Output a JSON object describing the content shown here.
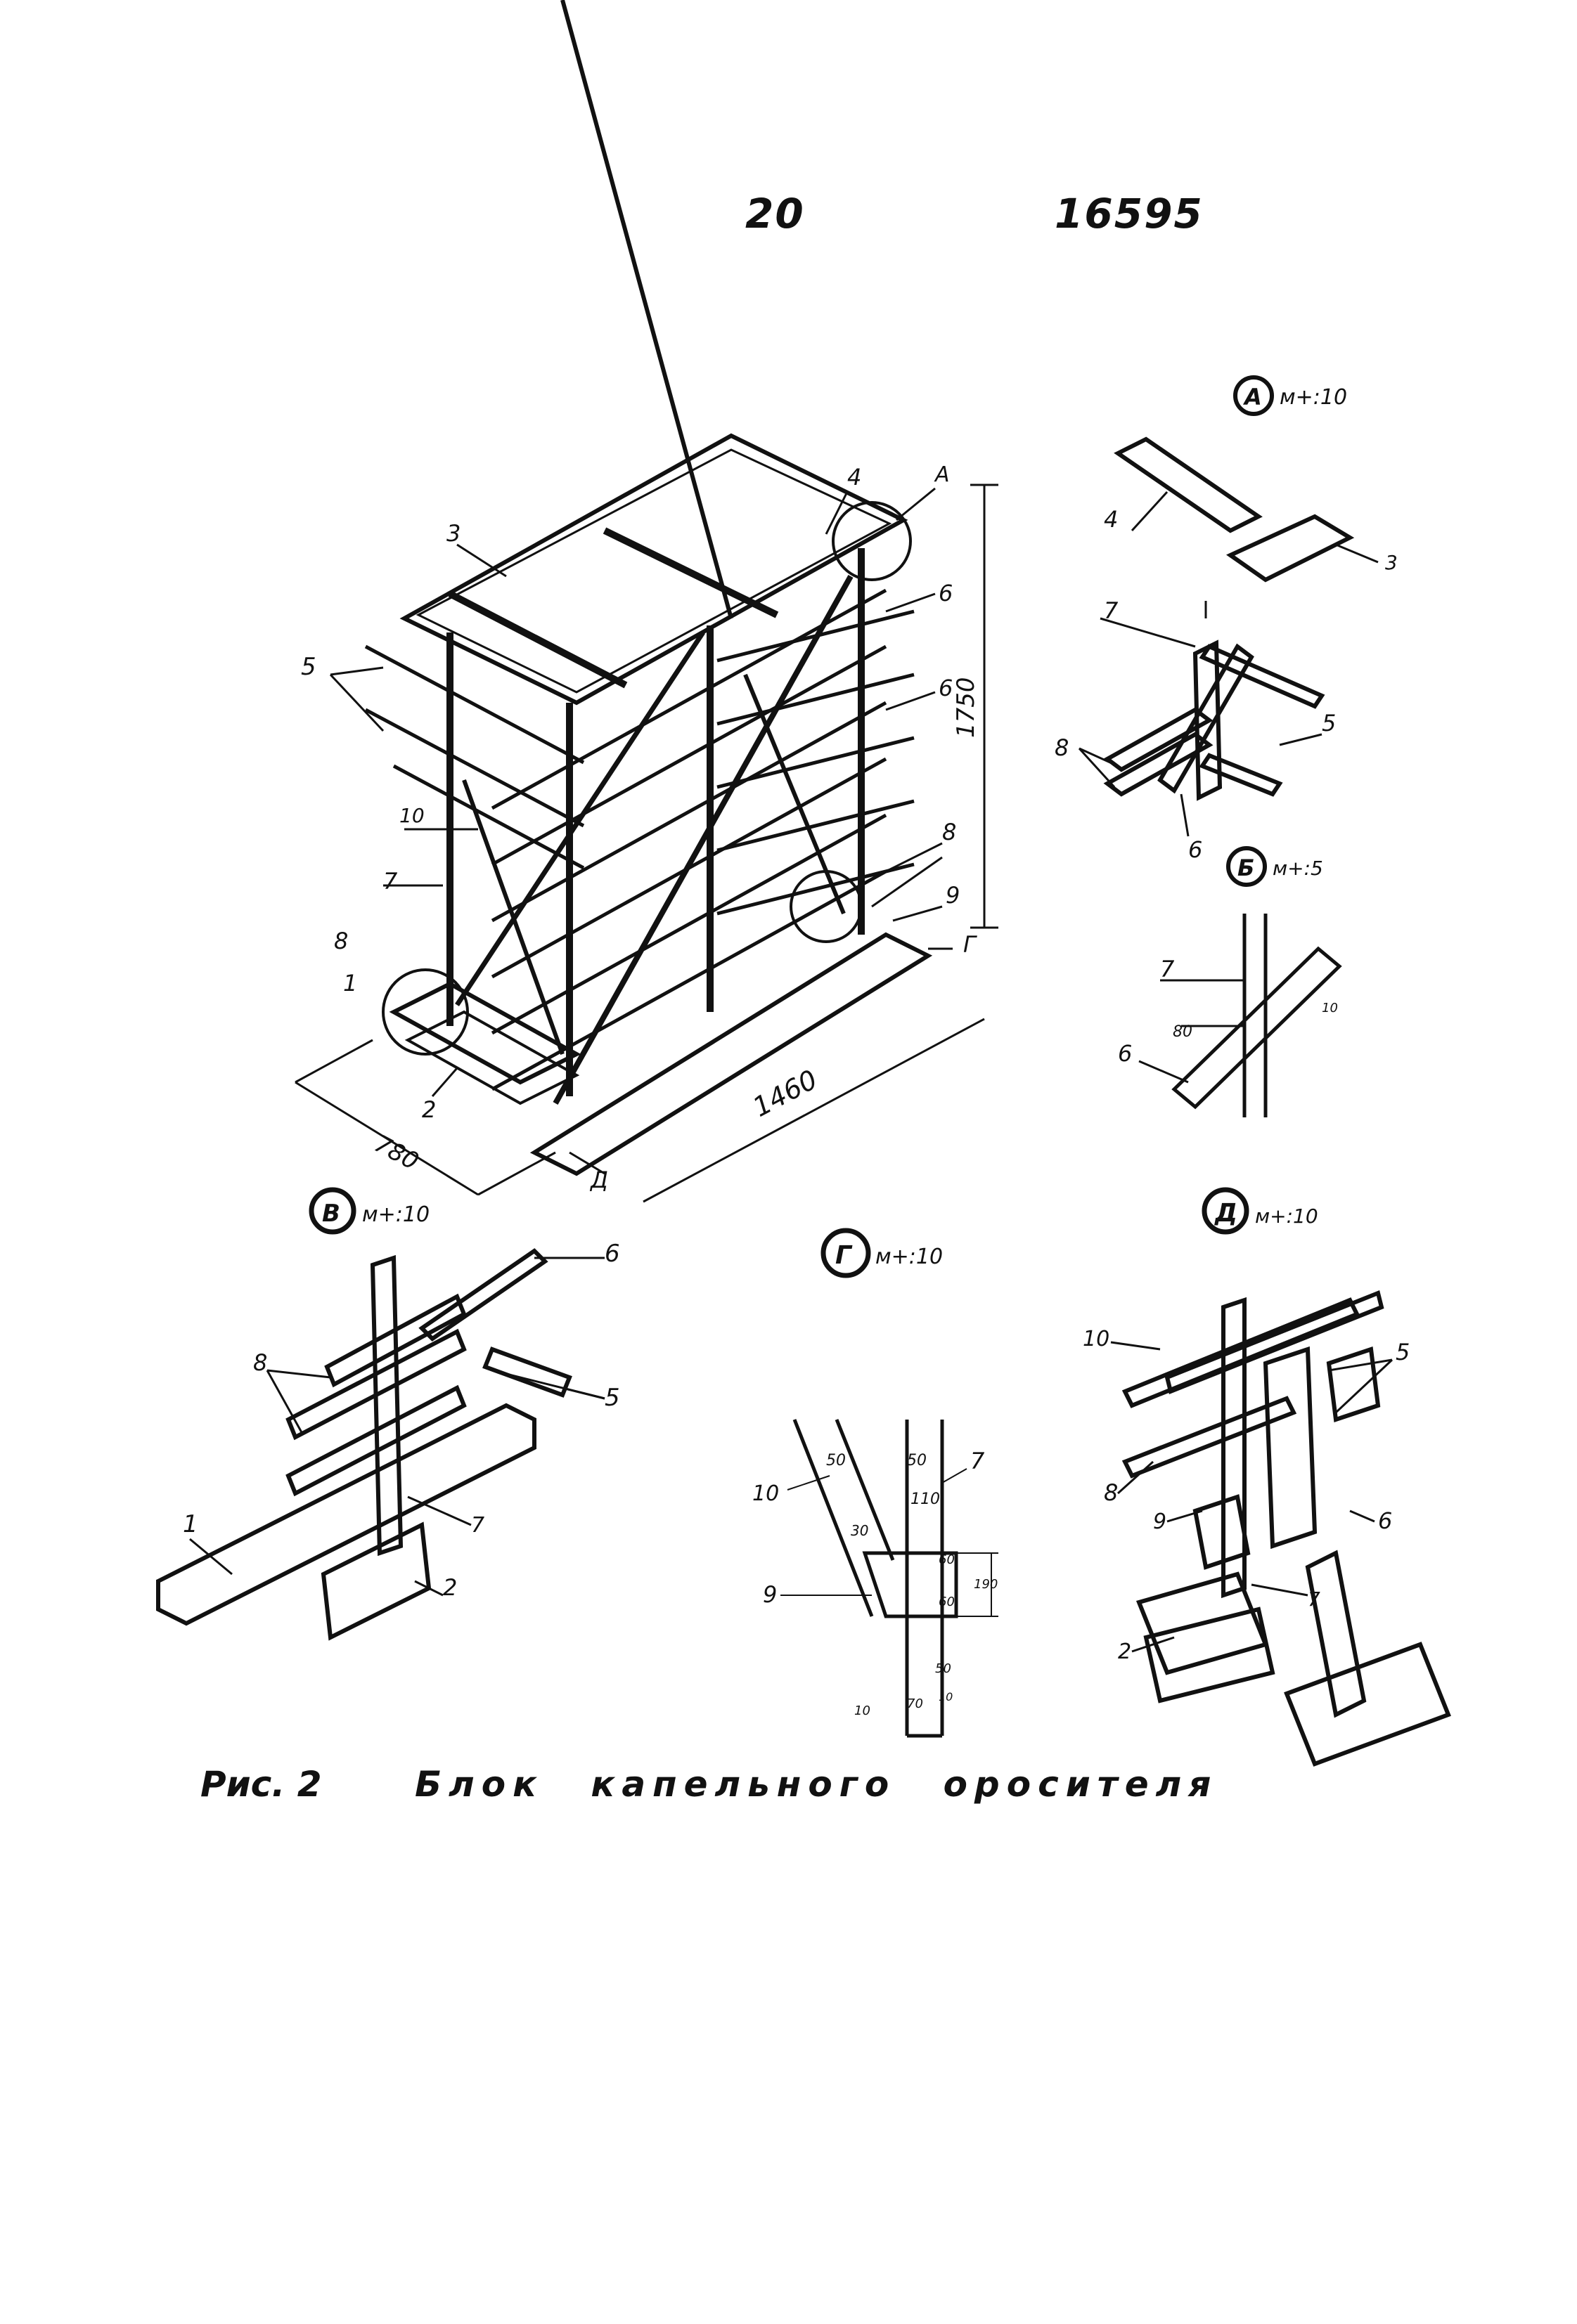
{
  "header": {
    "page_number": "20",
    "doc_code": "16595"
  },
  "caption": {
    "figure": "Рис. 2",
    "title": "Блок капельного оросителя"
  },
  "main_view": {
    "dim_height": "1750",
    "dim_length": "1460",
    "dim_width": "780",
    "callouts": [
      "1",
      "2",
      "3",
      "4",
      "5",
      "6",
      "6",
      "7",
      "8",
      "8",
      "9",
      "10",
      "А",
      "Г",
      "Д"
    ]
  },
  "details": {
    "A": {
      "letter": "А",
      "scale": "м+:10",
      "labels": [
        "4",
        "3",
        "7",
        "8",
        "5",
        "6"
      ]
    },
    "B": {
      "letter": "Б",
      "scale": "м+:5",
      "labels": [
        "7",
        "6",
        "10",
        "80"
      ]
    },
    "V": {
      "letter": "В",
      "scale": "м+:10",
      "labels": [
        "6",
        "8",
        "5",
        "1",
        "7",
        "2"
      ]
    },
    "G": {
      "letter": "Г",
      "scale": "м+:10",
      "labels": [
        "10",
        "7",
        "9",
        "50",
        "50",
        "110",
        "30",
        "60",
        "60",
        "190",
        "50",
        "10",
        "70",
        "10"
      ]
    },
    "D": {
      "letter": "Д",
      "scale": "м+:10",
      "labels": [
        "10",
        "5",
        "8",
        "9",
        "6",
        "7",
        "2"
      ]
    }
  }
}
